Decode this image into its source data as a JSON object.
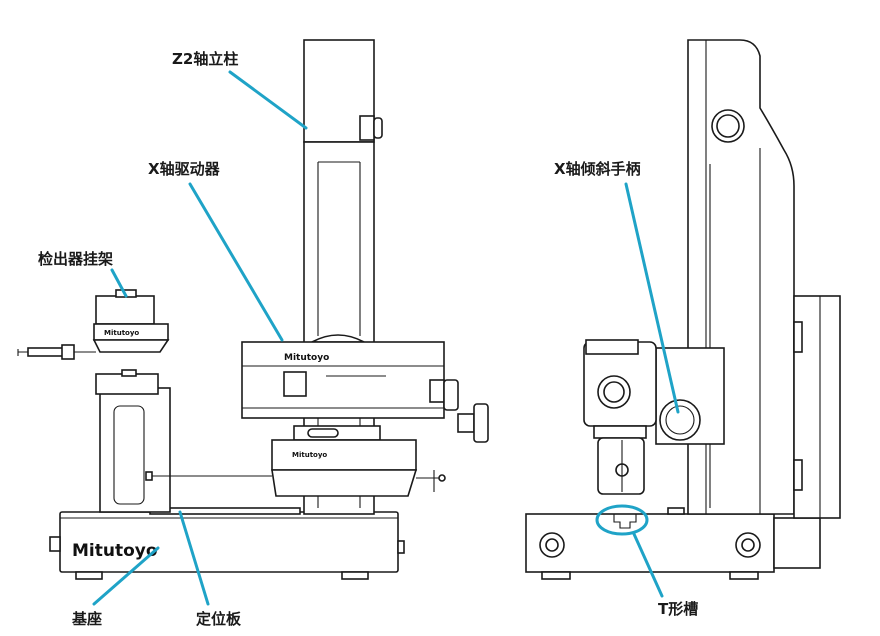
{
  "brand": "Mitutoyo",
  "accent_color": "#1fa3c7",
  "labels": {
    "z2_column": "Z2轴立柱",
    "x_drive": "X轴驱动器",
    "detector_rack": "检出器挂架",
    "x_tilt_handle": "X轴倾斜手柄",
    "base": "基座",
    "positioning_plate": "定位板",
    "t_slot": "T形槽"
  }
}
